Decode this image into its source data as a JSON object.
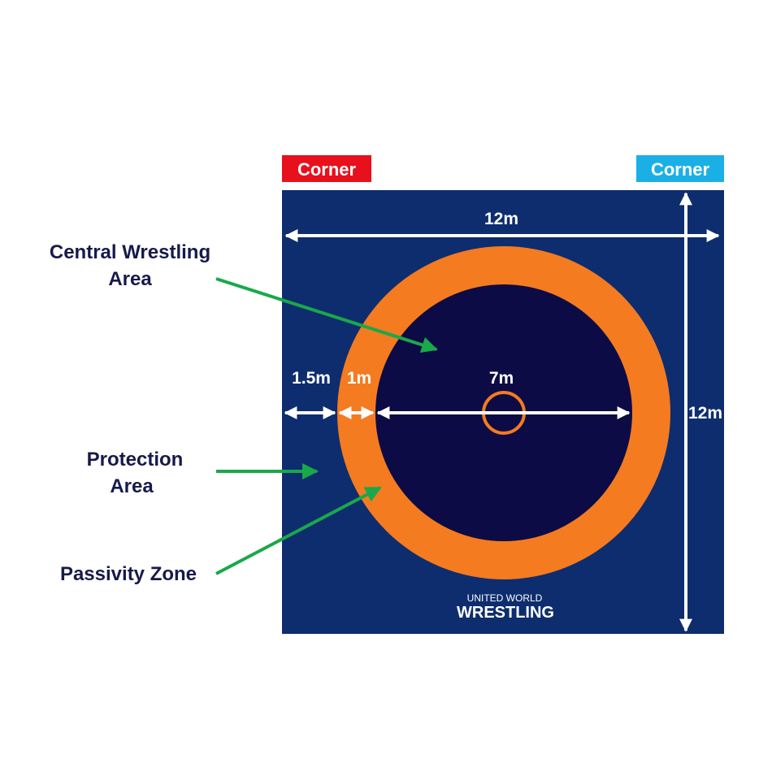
{
  "corners": {
    "red": {
      "label": "Corner",
      "color": "#e8101c"
    },
    "blue": {
      "label": "Corner",
      "color": "#1ab0e6"
    }
  },
  "dimensions": {
    "width": "12m",
    "height": "12m",
    "protection": "1.5m",
    "passivity": "1m",
    "central": "7m"
  },
  "labels": {
    "central_line1": "Central Wrestling",
    "central_line2": "Area",
    "protection_line1": "Protection",
    "protection_line2": "Area",
    "passivity": "Passivity Zone"
  },
  "logo": {
    "line1": "UNITED WORLD",
    "line2": "WRESTLING"
  },
  "colors": {
    "mat": "#0e2d6e",
    "passivity": "#f47b20",
    "central": "#0c0b45",
    "pointer": "#1aa84a",
    "text_dark": "#161a4a"
  }
}
